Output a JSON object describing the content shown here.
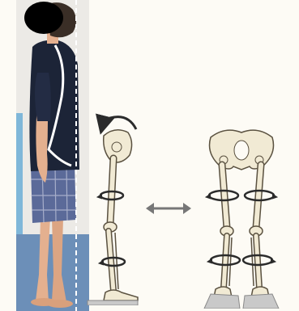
{
  "figure": {
    "photo_panel": {
      "subject": "standing-child-side-view",
      "face_mask_color": "#000000",
      "posture_line_color": "#ffffff",
      "plumb_line_color": "#ffffff",
      "shirt_color": "#1c2437",
      "shorts_color": "#5b6a99",
      "skin_color": "#e4b08f"
    },
    "lateral_skeleton": {
      "view": "side",
      "pelvis_rotation_arrow": "counterclockwise",
      "rotation_ring_count": 2,
      "base_plate": "flat"
    },
    "frontal_skeleton": {
      "view": "front",
      "rotation_ring_count": 4,
      "base_plate": "wedged-pair"
    },
    "connector": {
      "type": "double-headed-arrow",
      "color": "#777777"
    },
    "colors": {
      "bone_fill": "#f1ead4",
      "bone_stroke": "#5a5140",
      "arrow_color": "#2b2b2b",
      "plate_color": "#c9c9c9"
    }
  }
}
